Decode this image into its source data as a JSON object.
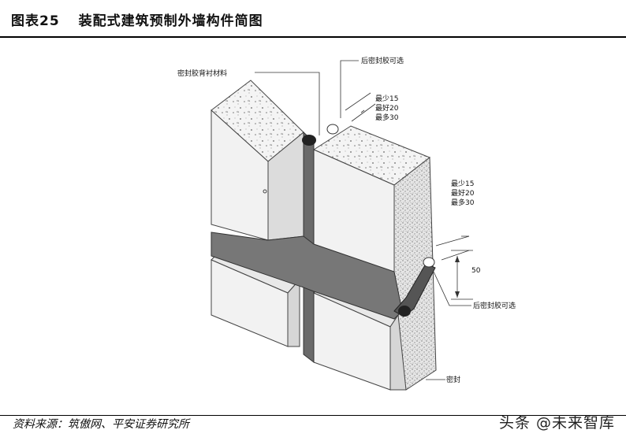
{
  "header": {
    "figure_number": "图表25",
    "title": "装配式建筑预制外墙构件简图"
  },
  "figure": {
    "labels": {
      "backing_material": "密封胶背衬材料",
      "rear_sealant_top": "后密封胶可选",
      "top_dims": [
        "最少15",
        "最好20",
        "最多30"
      ],
      "right_dims": [
        "最少15",
        "最好20",
        "最多30"
      ],
      "joint_width": "50",
      "rear_sealant_right": "后密封胶可选",
      "seal": "密封"
    }
  },
  "footer": {
    "source": "资料来源：筑傲网、平安证券研究所",
    "watermark": "头条 @未来智库"
  }
}
